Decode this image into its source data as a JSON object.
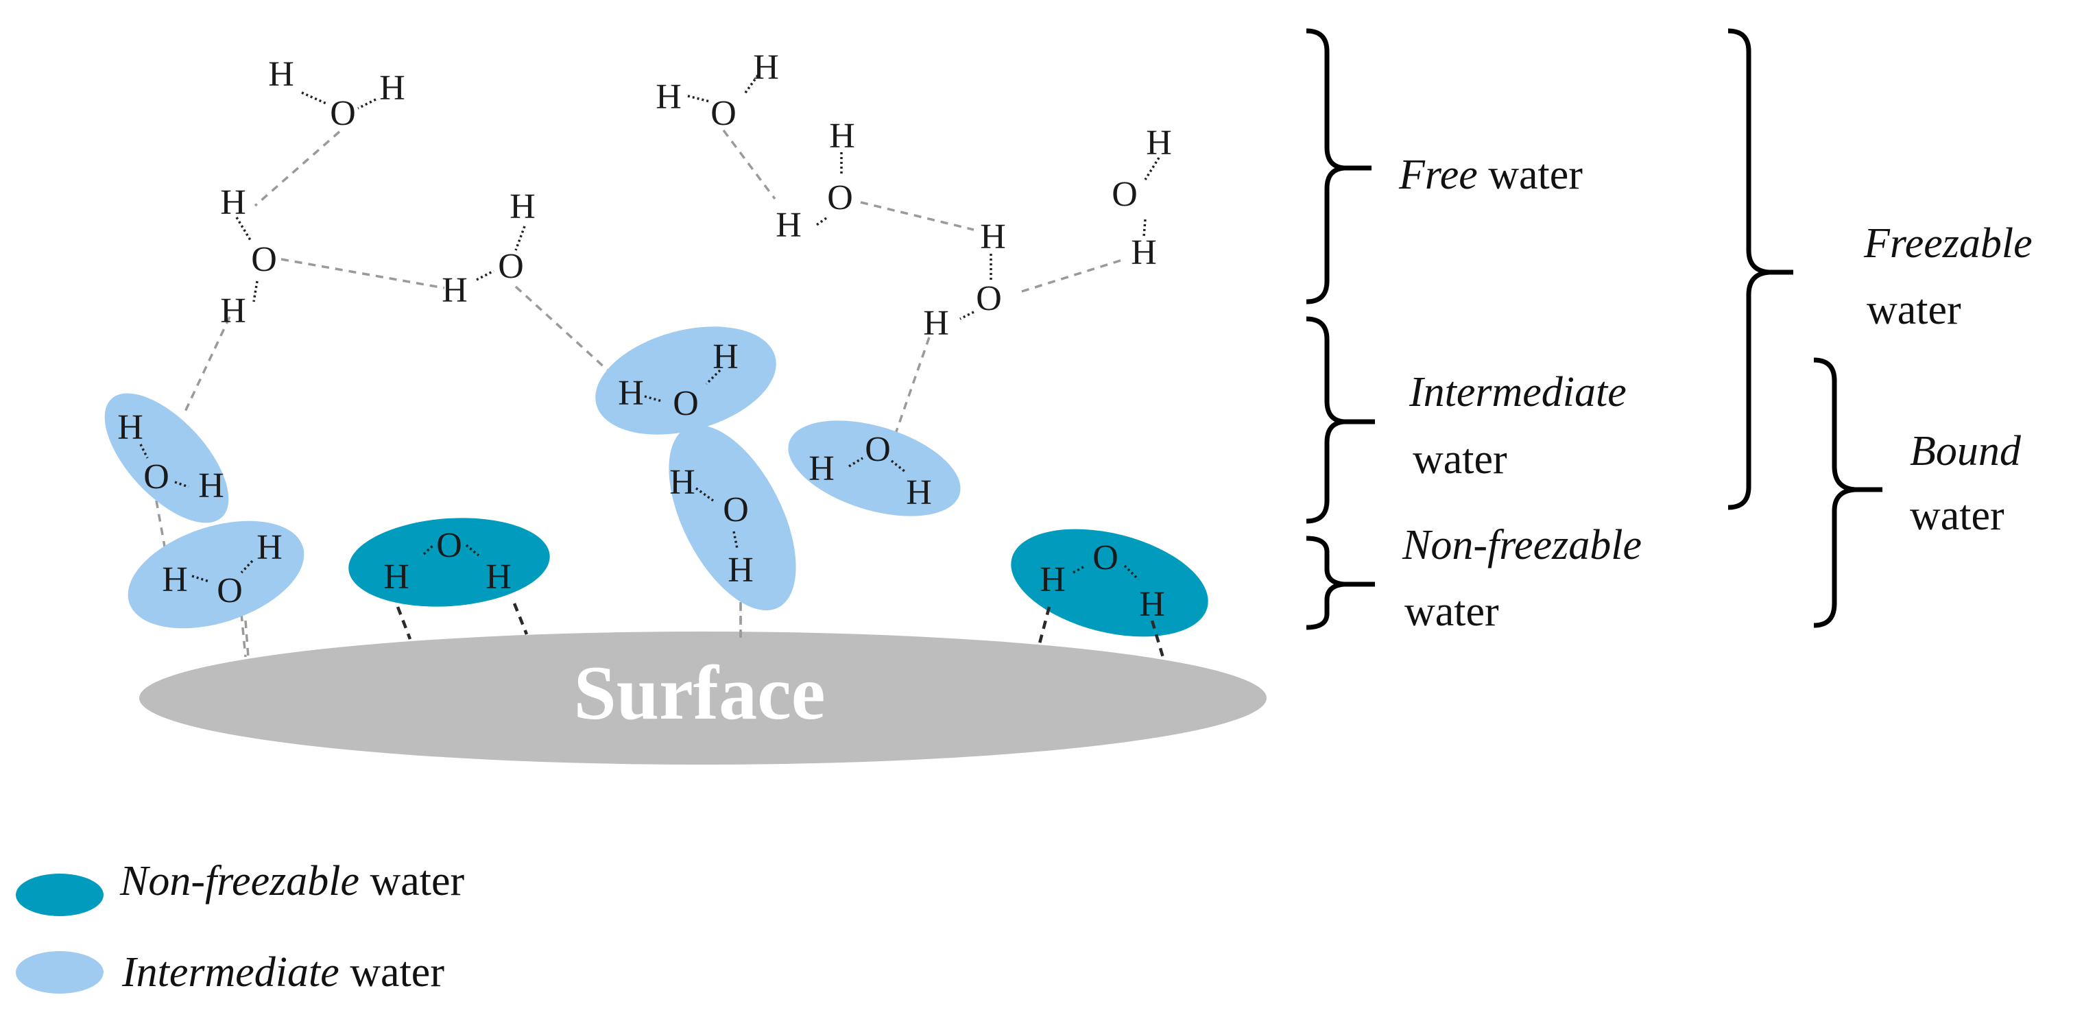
{
  "diagram": {
    "surface_label": "Surface",
    "atoms": {
      "hydrogen": "H",
      "oxygen": "O"
    },
    "brackets": {
      "free": {
        "italic": "Free",
        "plain": "water"
      },
      "intermediate": {
        "italic": "Intermediate",
        "plain": "water"
      },
      "nonfreezable": {
        "italic": "Non-freezable",
        "plain": "water"
      },
      "freezable": {
        "italic": "Freezable",
        "plain": "water"
      },
      "bound": {
        "italic": "Bound",
        "plain": "water"
      }
    },
    "legend": [
      {
        "italic": "Non-freezable",
        "plain": "water",
        "color": "#009bbd"
      },
      {
        "italic": "Intermediate",
        "plain": "water",
        "color": "#9fcbf0"
      }
    ],
    "colors": {
      "surface": "#bdbdbd",
      "surface_text": "#ffffff",
      "nonfreezable": "#009bbd",
      "intermediate": "#9fcbf0"
    }
  }
}
